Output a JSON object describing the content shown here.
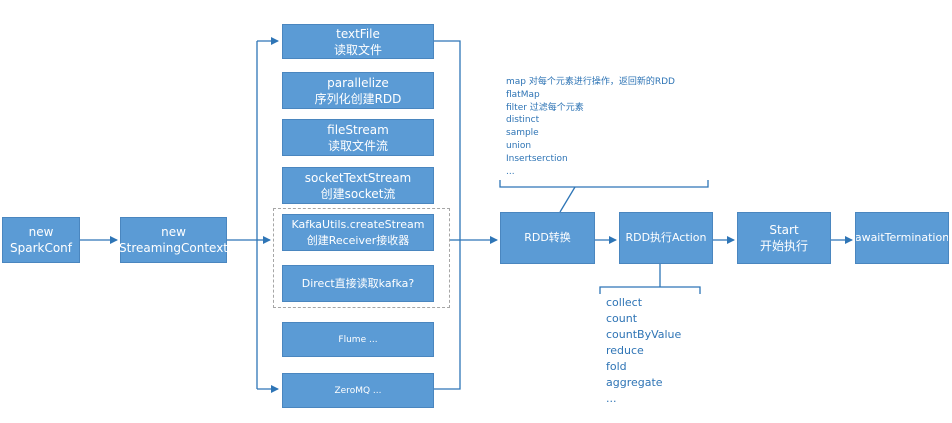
{
  "nodes": {
    "new_sparkconf": [
      "new",
      "SparkConf"
    ],
    "new_streamingcontext": [
      "new",
      "StreamingContext"
    ],
    "textfile": [
      "textFile",
      "读取文件"
    ],
    "parallelize": [
      "parallelize",
      "序列化创建RDD"
    ],
    "filestream": [
      "fileStream",
      "读取文件流"
    ],
    "sockettextstream": [
      "socketTextStream",
      "创建socket流"
    ],
    "kafka_createstream": [
      "KafkaUtils.createStream",
      "创建Receiver接收器"
    ],
    "direct_kafka": [
      "Direct直接读取kafka?"
    ],
    "flume": [
      "Flume ..."
    ],
    "zeromq": [
      "ZeroMQ ..."
    ],
    "rdd_transform": [
      "RDD转换"
    ],
    "rdd_action": [
      "RDD执行Action"
    ],
    "start": [
      "Start",
      "开始执行"
    ],
    "await_termination": [
      "awaitTermination"
    ]
  },
  "transform_notes": [
    "map 对每个元素进行操作，返回新的RDD",
    "flatMap",
    "filter  过滤每个元素",
    "distinct",
    "sample",
    "union",
    "Insertserction",
    "..."
  ],
  "action_list": [
    "collect",
    "count",
    "countByValue",
    "reduce",
    "fold",
    "aggregate",
    "..."
  ],
  "colors": {
    "box_fill": "#5b9bd5",
    "box_text": "#ffffff",
    "line": "#2e75b6",
    "note_text": "#2e74b5",
    "dashed_border": "#a6a6a6"
  }
}
